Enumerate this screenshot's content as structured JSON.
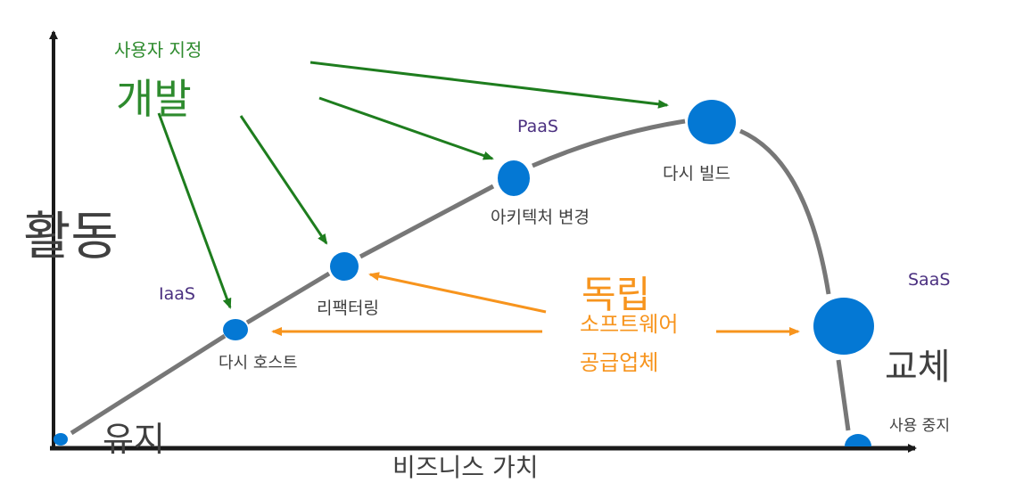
{
  "colors": {
    "axis": "#1a1a1a",
    "curve": "#777777",
    "node": "#0478d4",
    "green": "#1e7d1e",
    "orange": "#f7941d",
    "purple": "#4b3080",
    "dark_text": "#404040"
  },
  "axes": {
    "y_label": "활동",
    "x_label": "비즈니스 가치"
  },
  "dev": {
    "small": "사용자 지정",
    "large": "개발"
  },
  "vendor": {
    "large": "독립",
    "line1": "소프트웨어",
    "line2": "공급업체"
  },
  "categories": {
    "iaas": "IaaS",
    "paas": "PaaS",
    "saas": "SaaS"
  },
  "stages": {
    "retain": "유지",
    "rehost": "다시 호스트",
    "refactor": "리팩터링",
    "rearchitect": "아키텍처 변경",
    "rebuild": "다시 빌드",
    "replace": "교체",
    "retire": "사용 중지"
  }
}
